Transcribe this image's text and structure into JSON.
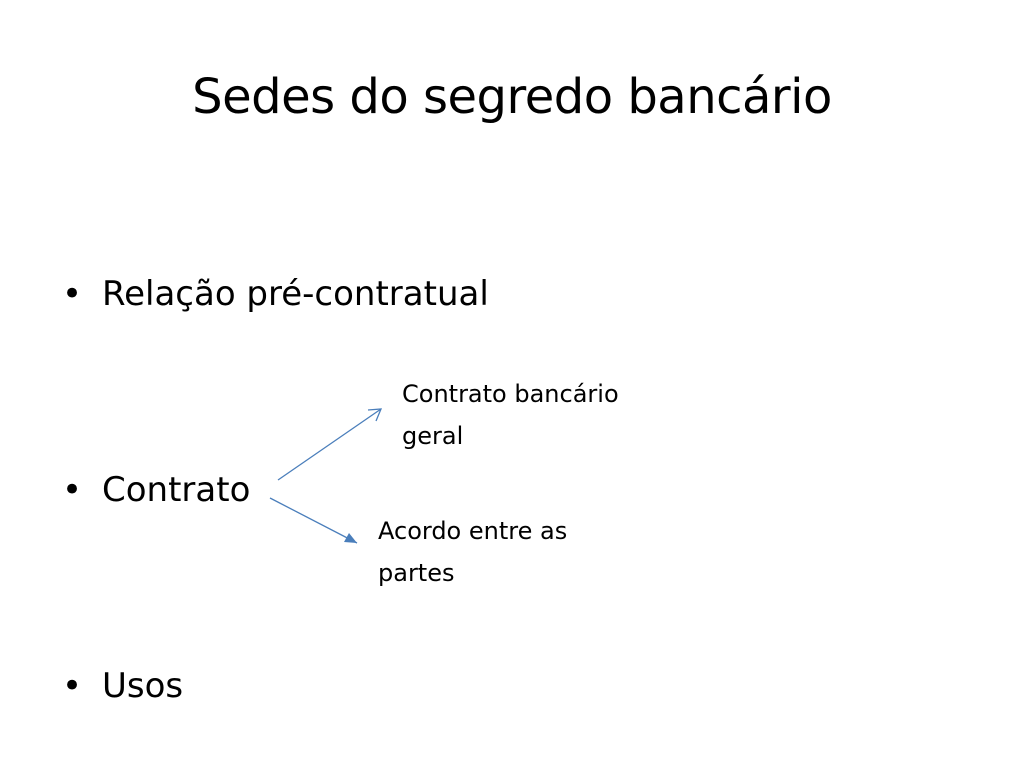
{
  "slide": {
    "title": "Sedes do segredo bancário",
    "bullet_glyph": "•",
    "bullets": [
      {
        "label": "Relação pré-contratual"
      },
      {
        "label": "Contrato"
      },
      {
        "label": "Usos"
      }
    ],
    "callouts": [
      {
        "line1": "Contrato bancário",
        "line2": "geral"
      },
      {
        "line1": "Acordo entre as",
        "line2": "partes"
      }
    ],
    "arrow_color": "#4a7ebb"
  }
}
